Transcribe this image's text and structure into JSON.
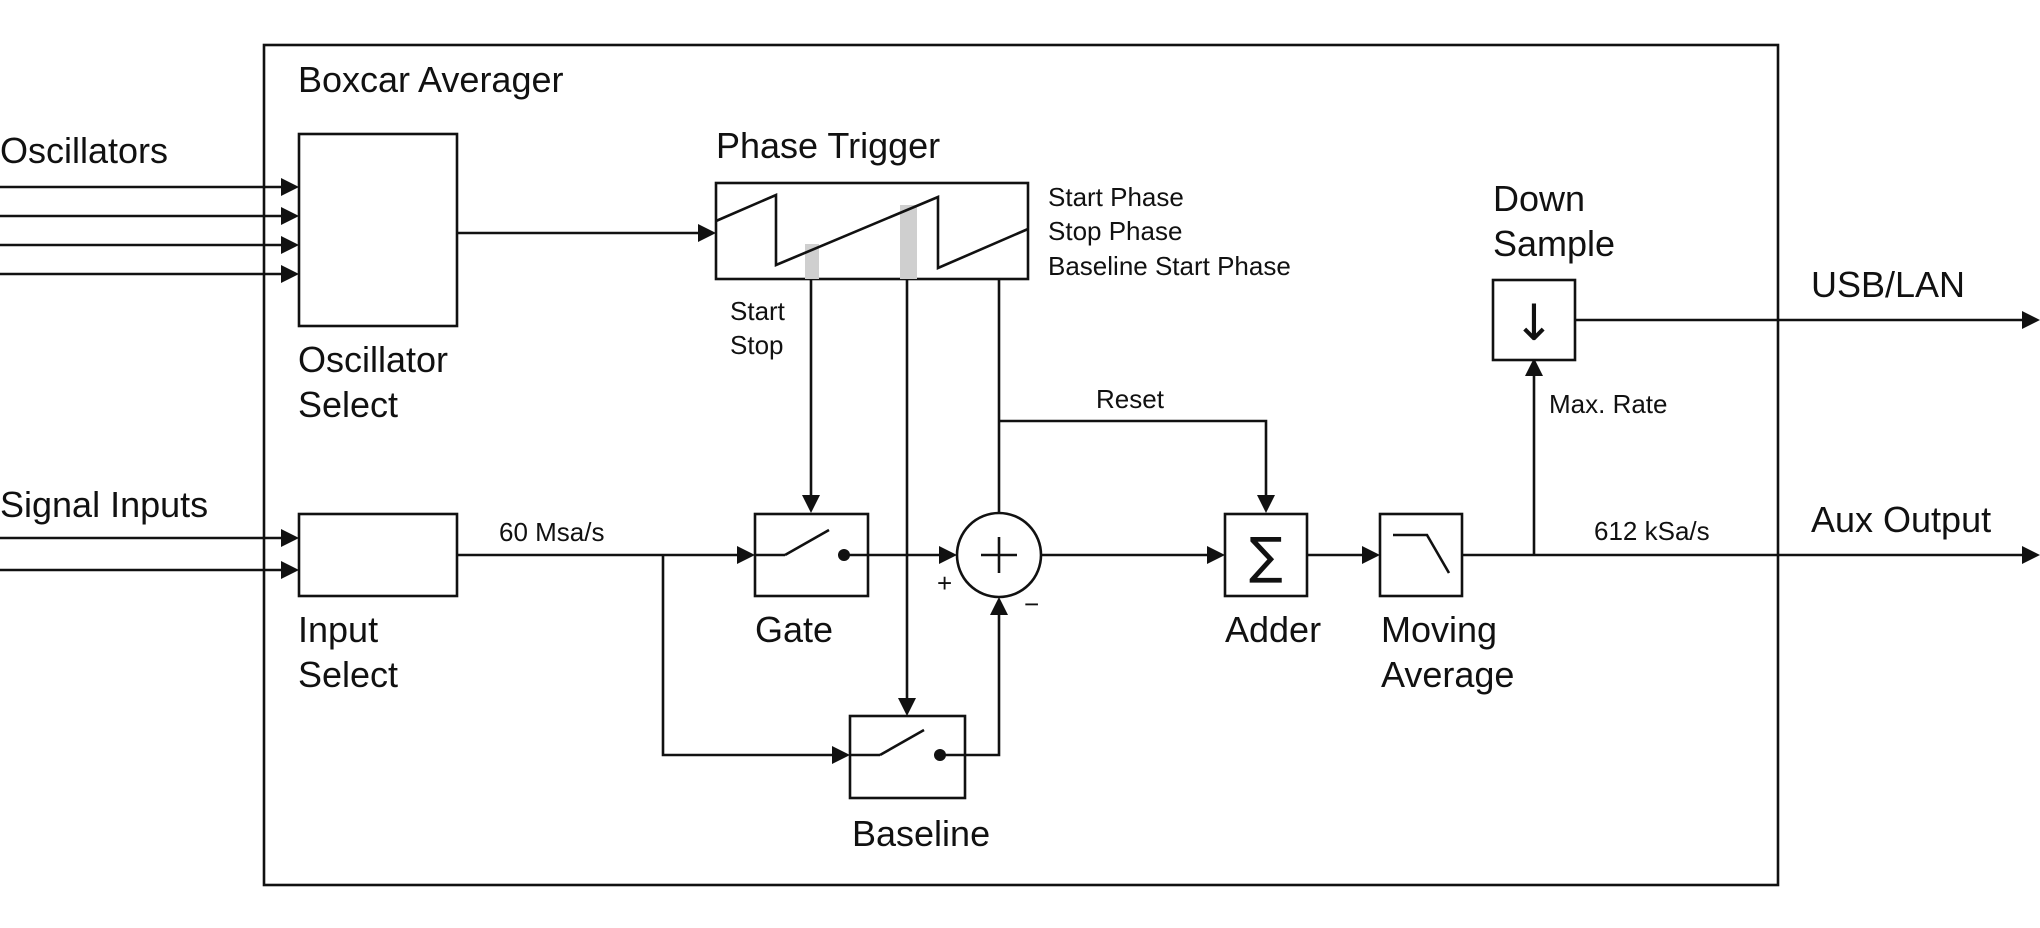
{
  "title": "Boxcar Averager",
  "external_inputs": {
    "oscillators": "Oscillators",
    "signal_inputs": "Signal Inputs"
  },
  "external_outputs": {
    "usb_lan": "USB/LAN",
    "aux_output": "Aux Output"
  },
  "blocks": {
    "oscillator_select": [
      "Oscillator",
      "Select"
    ],
    "input_select": [
      "Input",
      "Select"
    ],
    "phase_trigger": "Phase Trigger",
    "gate": "Gate",
    "baseline": "Baseline",
    "adder": "Adder",
    "moving_average": [
      "Moving",
      "Average"
    ],
    "down_sample": [
      "Down",
      "Sample"
    ]
  },
  "phase_params": [
    "Start Phase",
    "Stop Phase",
    "Baseline Start Phase"
  ],
  "signals": {
    "start": "Start",
    "stop": "Stop",
    "reset": "Reset",
    "rate_in": "60 Msa/s",
    "rate_out": "612 kSa/s",
    "max_rate": "Max. Rate",
    "plus": "+",
    "minus": "−"
  },
  "symbols": {
    "sum": "∑",
    "down_arrow": "↓"
  }
}
